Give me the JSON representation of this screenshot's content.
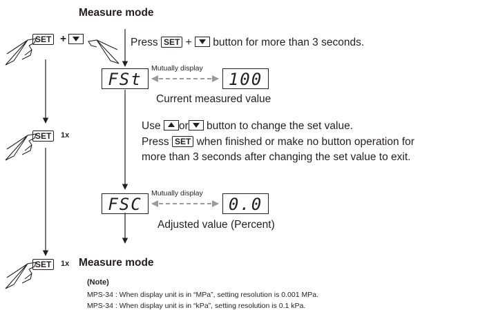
{
  "title_top": "Measure mode",
  "title_bottom": "Measure mode",
  "step1": {
    "press": "Press",
    "plus": "+",
    "set_key": "SET",
    "tail": "button for more than 3 seconds."
  },
  "left_keys": {
    "set1": "SET",
    "plus": "+",
    "set2": "SET",
    "times2": "1x",
    "set3": "SET",
    "times3": "1x"
  },
  "display1": {
    "code": "FSt",
    "mutual": "Mutually display",
    "value": "100",
    "caption": "Current measured value"
  },
  "instructions": {
    "line1_a": "Use",
    "line1_or": "or",
    "line1_b": "button to change the set value.",
    "line2_a": "Press",
    "set_key": "SET",
    "line2_b": "when finished or make no button operation for",
    "line3": "more than 3 seconds after changing the set value to exit."
  },
  "display2": {
    "code": "FSC",
    "mutual": "Mutually display",
    "value": "0.0",
    "caption": "Adjusted value (Percent)"
  },
  "note": {
    "heading": "(Note)",
    "line1": "MPS-34 : When display unit is in “MPa”, setting resolution is 0.001 MPa.",
    "line2": "MPS-34 : When display unit is in “kPa”, setting resolution is 0.1 kPa."
  },
  "icons": [
    "hand-press-icon",
    "down-triangle-key-icon",
    "up-triangle-key-icon"
  ]
}
